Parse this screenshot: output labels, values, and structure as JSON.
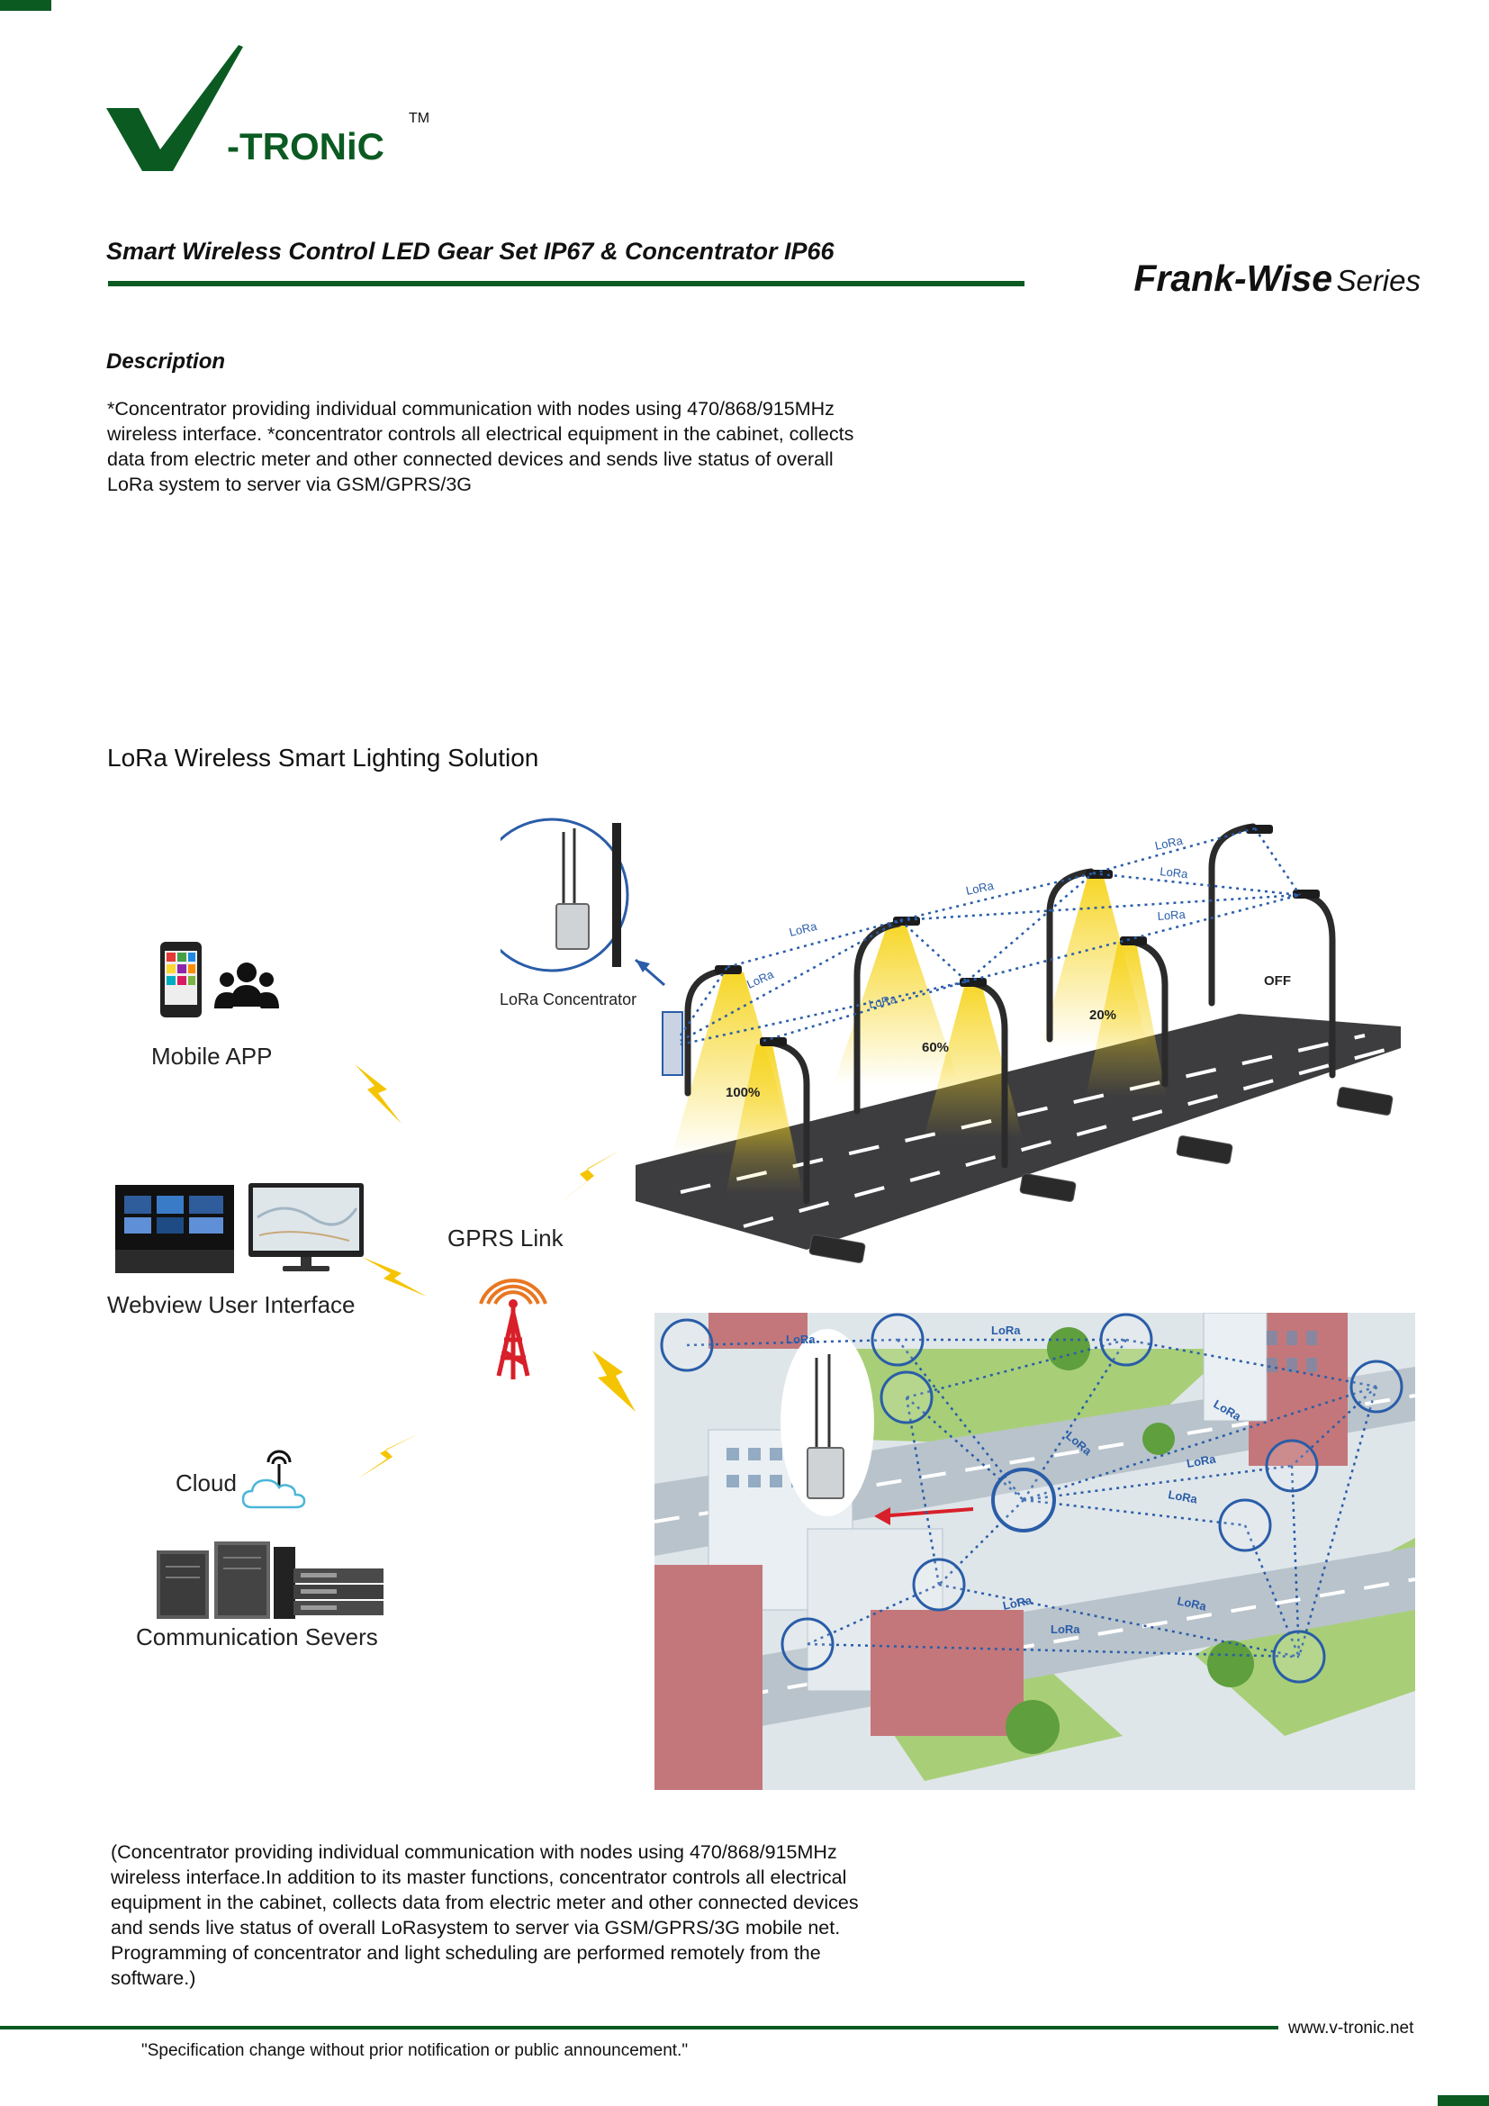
{
  "brand": {
    "logo_text": "-TRONiC",
    "trademark": "TM"
  },
  "header": {
    "title": "Smart Wireless Control LED Gear Set IP67 & Concentrator IP66",
    "series_name": "Frank-Wise",
    "series_suffix": "Series"
  },
  "description": {
    "heading": "Description",
    "lines": [
      "*Concentrator providing individual communication with nodes using 470/868/915MHz",
      "wireless interface. *concentrator controls all electrical equipment in the cabinet, collects",
      "data from electric meter and other connected devices and sends live status of overall",
      "LoRa system to server via GSM/GPRS/3G"
    ]
  },
  "solution": {
    "heading": "LoRa Wireless Smart Lighting Solution",
    "labels": {
      "mobile_app": "Mobile APP",
      "webview": "Webview User Interface",
      "gprs": "GPRS Link",
      "cloud": "Cloud",
      "servers": "Communication Severs",
      "concentrator": "LoRa Concentrator",
      "lora": "LoRa",
      "p100": "100%",
      "p60": "60%",
      "p20": "20%",
      "off": "OFF"
    }
  },
  "note": {
    "lines": [
      "(Concentrator providing individual communication with nodes using 470/868/915MHz",
      "wireless interface.In addition to its master functions, concentrator controls all electrical",
      "equipment in the cabinet, collects data from electric meter and other connected devices",
      "and sends live status of overall LoRasystem to server via GSM/GPRS/3G mobile net.",
      "Programming of concentrator and light scheduling are performed remotely from the",
      "software.)"
    ]
  },
  "footer": {
    "website": "www.v-tronic.net",
    "disclaimer": "\"Specification change without prior notification or public announcement.\""
  },
  "colors": {
    "brand_green": "#0b5a22",
    "link_blue": "#2a5da8",
    "bolt_yellow": "#f5c400",
    "tower_red": "#d8202a"
  }
}
